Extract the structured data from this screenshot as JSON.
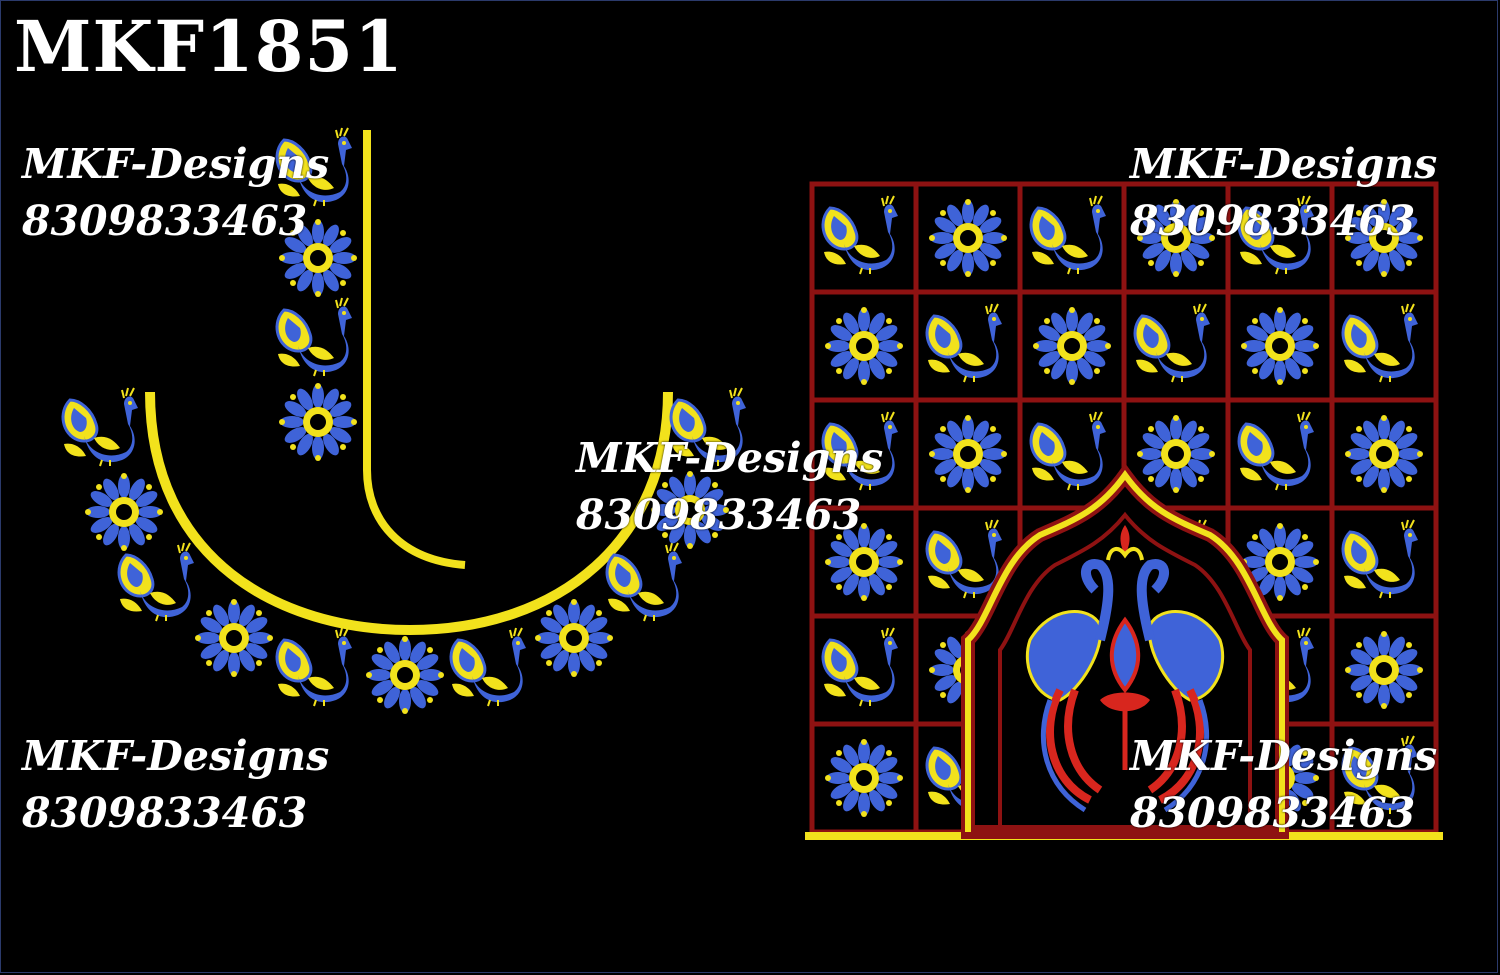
{
  "design_code": "MKF1851",
  "watermarks": [
    {
      "brand": "MKF-Designs",
      "phone": "8309833463"
    },
    {
      "brand": "MKF-Designs",
      "phone": "8309833463"
    },
    {
      "brand": "MKF-Designs",
      "phone": "8309833463"
    },
    {
      "brand": "MKF-Designs",
      "phone": "8309833463"
    },
    {
      "brand": "MKF-Designs",
      "phone": "8309833463"
    }
  ],
  "colors": {
    "background": "#000000",
    "thread_yellow": "#f2e21c",
    "thread_blue": "#3f63d8",
    "thread_light_blue": "#6f8fe8",
    "thread_red": "#d8261e",
    "grid_red": "#8e1212"
  }
}
